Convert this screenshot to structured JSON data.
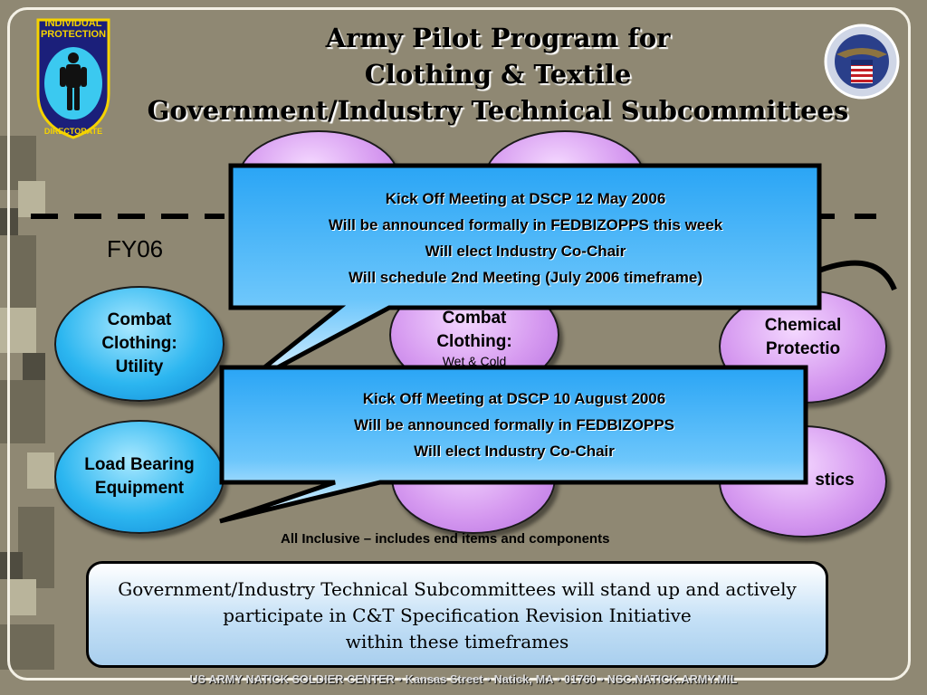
{
  "title": {
    "line1": "Army Pilot Program for",
    "line2": "Clothing & Textile",
    "line3": "Government/Industry Technical Subcommittees"
  },
  "logos": {
    "left_top": "INDIVIDUAL PROTECTION",
    "left_bottom": "DIRECTORATE",
    "left_icon": "soldier-silhouette-shield-icon",
    "right_icon": "department-of-defense-eagle-seal-icon"
  },
  "timeline_label": "FY06",
  "bubbles": {
    "combat_utility": [
      "Combat",
      "Clothing:",
      "Utility"
    ],
    "combat_wet_cold": {
      "lines": [
        "Combat",
        "Clothing:"
      ],
      "sub": "Wet & Cold"
    },
    "chemical": [
      "Chemical",
      "Protectio"
    ],
    "load_bearing": [
      "Load Bearing",
      "Equipment"
    ],
    "textiles_partial": "stics"
  },
  "callouts": {
    "first": [
      "Kick Off Meeting at DSCP  12 May 2006",
      "Will be announced formally in FEDBIZOPPS this week",
      "Will elect Industry Co-Chair",
      "Will schedule 2nd Meeting (July 2006 timeframe)"
    ],
    "second": [
      "Kick Off Meeting at DSCP 10 August 2006",
      "Will be announced formally in FEDBIZOPPS",
      "Will elect Industry Co-Chair"
    ]
  },
  "inclusive_note": "All Inclusive – includes end items and components",
  "summary": [
    "Government/Industry Technical Subcommittees will stand up and actively",
    "participate in C&T Specification Revision Initiative",
    "within these timeframes"
  ],
  "footer": "US ARMY NATICK SOLDIER CENTER • Kansas Street • Natick, MA • 01760 • NSC.NATICK.ARMY.MIL",
  "colors": {
    "background": "#8f8873",
    "callout_blue": "#2aa5f5",
    "bubble_blue": "#2cb6f0",
    "bubble_purple": "#d69af0",
    "footer_text": "#dcdcdc"
  }
}
